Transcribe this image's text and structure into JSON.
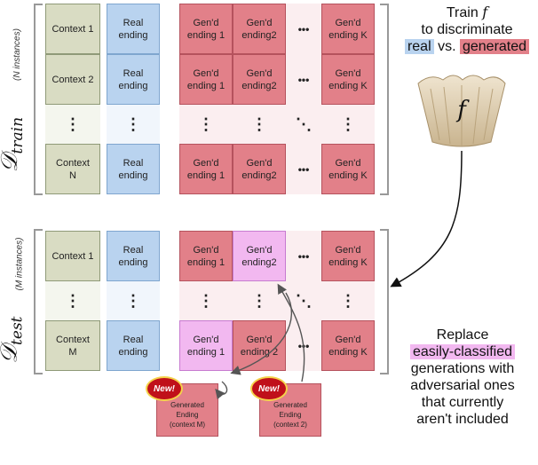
{
  "train": {
    "title": "Train",
    "f": "f",
    "line2": "to discriminate",
    "real": "real",
    "vs": "vs.",
    "generated": "generated",
    "d_symbol": "𝒟",
    "d_sub": "train",
    "instances": "(N instances)",
    "rows": [
      {
        "ctx": "Context 1",
        "real": "Real\nending",
        "g1": "Gen'd\nending 1",
        "g2": "Gen'd\nending2",
        "gk": "Gen'd\nending K"
      },
      {
        "ctx": "Context 2",
        "real": "Real\nending",
        "g1": "Gen'd\nending 1",
        "g2": "Gen'd\nending2",
        "gk": "Gen'd\nending K"
      },
      {
        "ctx": "⋮",
        "real": "⋮",
        "g1": "⋮",
        "g2": "⋮",
        "gk": "⋮"
      },
      {
        "ctx": "Context\nN",
        "real": "Real\nending",
        "g1": "Gen'd\nending 1",
        "g2": "Gen'd\nending2",
        "gk": "Gen'd\nending K"
      }
    ]
  },
  "test": {
    "d_symbol": "𝒟",
    "d_sub": "test",
    "instances": "(M instances)",
    "rows": [
      {
        "ctx": "Context 1",
        "real": "Real\nending",
        "g1": "Gen'd\nending 1",
        "g2": "Gen'd\nending2",
        "gk": "Gen'd\nending K"
      },
      {
        "ctx": "⋮",
        "real": "⋮",
        "g1": "⋮",
        "g2": "⋮",
        "gk": "⋮"
      },
      {
        "ctx": "Context\nM",
        "real": "Real\nending",
        "g1": "Gen'd\nending 1",
        "g2": "Gen'd\nending 2",
        "gk": "Gen'd\nending K"
      }
    ]
  },
  "ellipsis": "•••",
  "diag": "⋱",
  "replace": {
    "l1": "Replace",
    "l2": "easily-classified",
    "l3": "generations with",
    "l4": "adversarial ones",
    "l5": "that currently",
    "l6": "aren't included"
  },
  "new_boxes": [
    {
      "badge": "New!",
      "text": "Generated\nEnding\n(context M)"
    },
    {
      "badge": "New!",
      "text": "Generated\nEnding\n(context 2)"
    }
  ],
  "colors": {
    "context": "#d9dcc3",
    "real": "#b9d3ef",
    "generated": "#e28089",
    "adversarial": "#f2b8f0"
  }
}
